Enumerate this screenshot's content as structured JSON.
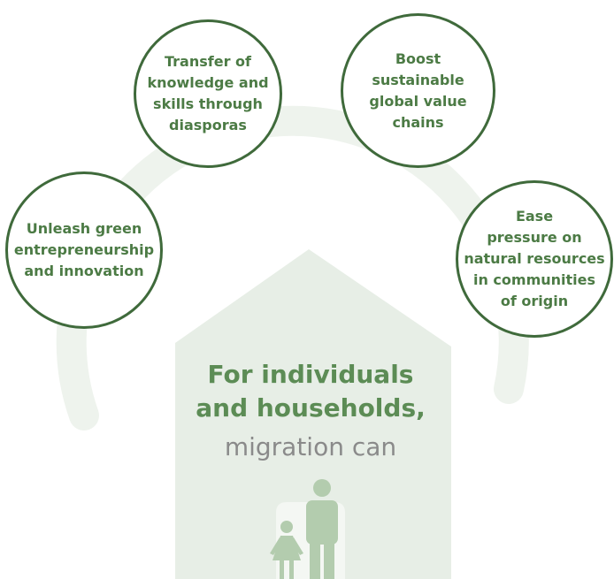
{
  "center": {
    "headline": "For individuals\nand households,",
    "subline": "migration can"
  },
  "circles": [
    {
      "id": "transfer",
      "text": "Transfer of\nknowledge and\nskills through\ndiasporas"
    },
    {
      "id": "boost",
      "text": "Boost\nsustainable\nglobal value\nchains"
    },
    {
      "id": "unleash",
      "text": "Unleash green\nentrepreneurship\nand innovation"
    },
    {
      "id": "ease",
      "text": "Ease\npressure on\nnatural resources\nin communities\nof origin"
    }
  ],
  "colors": {
    "circle_border": "#3f6a3b",
    "circle_text": "#4c7b45",
    "headline": "#5c8c55",
    "subline": "#8a8a8a",
    "house_fill": "#e7eee6",
    "ring": "#eef3ed",
    "figures": "#b3ccae"
  },
  "icons": [
    "house-shape",
    "adult-figure-icon",
    "child-figure-icon"
  ]
}
